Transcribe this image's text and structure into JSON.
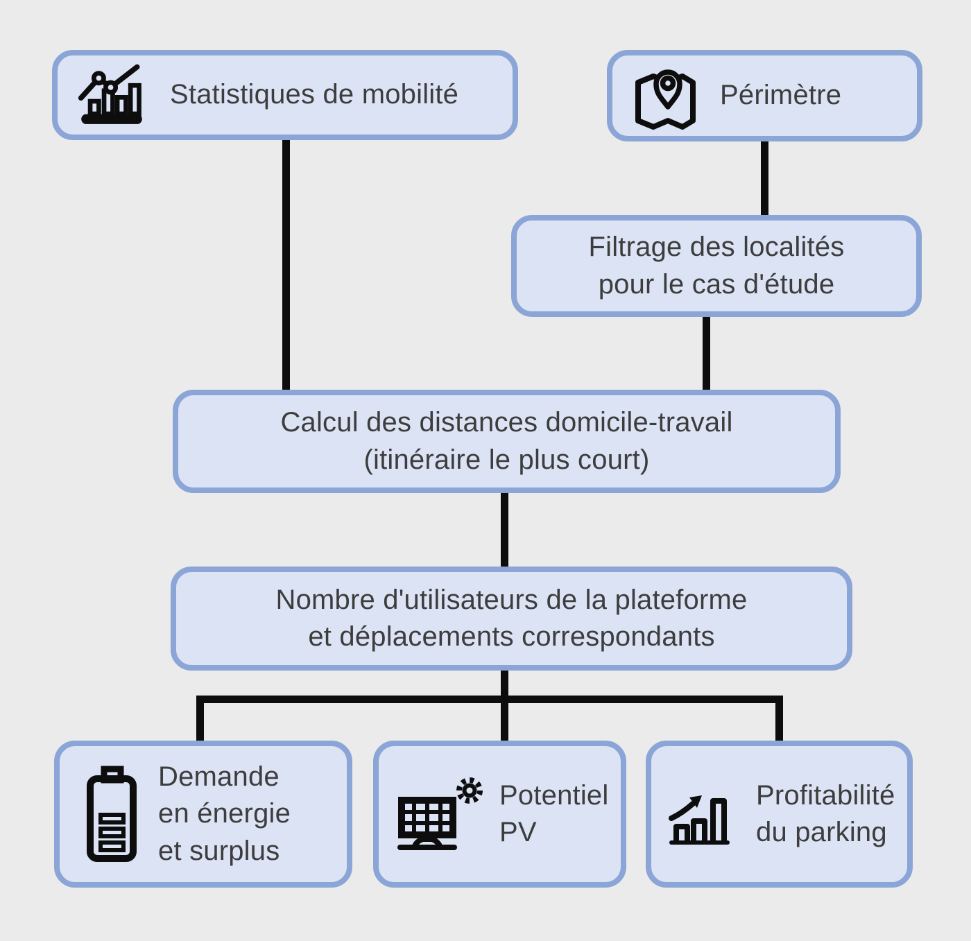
{
  "colors": {
    "background": "#ebebeb",
    "node_fill": "#dbe3f5",
    "node_border": "#8ba5d6",
    "connector": "#0d0d0d",
    "text": "#3d3d3d"
  },
  "nodes": {
    "stats": {
      "label": "Statistiques de mobilité",
      "icon": "bar-chart-trend-icon"
    },
    "perimetre": {
      "label": "Périmètre",
      "icon": "map-pin-icon"
    },
    "filtrage": {
      "line1": "Filtrage des localités",
      "line2": "pour le cas d'étude"
    },
    "calcul": {
      "line1": "Calcul des distances domicile-travail",
      "line2": "(itinéraire le plus court)"
    },
    "nombre": {
      "line1": "Nombre d'utilisateurs de la plateforme",
      "line2": "et déplacements correspondants"
    },
    "demande": {
      "line1": "Demande",
      "line2": "en énergie",
      "line3": "et surplus",
      "icon": "battery-icon"
    },
    "potentiel": {
      "line1": "Potentiel",
      "line2": "PV",
      "icon": "solar-panel-gear-icon"
    },
    "profitabilite": {
      "line1": "Profitabilité",
      "line2": "du parking",
      "icon": "growth-chart-arrow-icon"
    }
  }
}
